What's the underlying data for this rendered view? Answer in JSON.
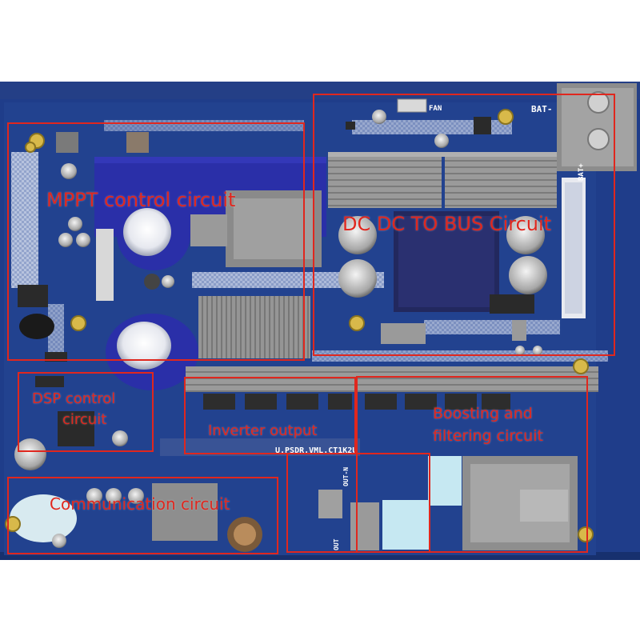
{
  "colors": {
    "board": "#1f3d8a",
    "board_dark": "#122a66",
    "silkscreen": "#ffffff",
    "annotation": "#e0271e",
    "heatsink": "#8f8f8f",
    "capacitor_blue": "#2a2fa8",
    "background": "#ffffff"
  },
  "annotations": {
    "mppt": "MPPT control circuit",
    "dcdc": "DC DC TO BUS Circuit",
    "dsp_line1": "DSP control",
    "dsp_line2": "circuit",
    "inverter": "Inverter output",
    "boost_line1": "Boosting and",
    "boost_line2": "filtering circuit",
    "communication": "Communication circuit"
  },
  "silkscreen": {
    "model": "U.PSDR.VML.CT1K2U",
    "bat_minus": "BAT-",
    "bat_plus": "BAT+",
    "fan": "FAN",
    "out_n": "OUT-N",
    "out": "OUT"
  }
}
